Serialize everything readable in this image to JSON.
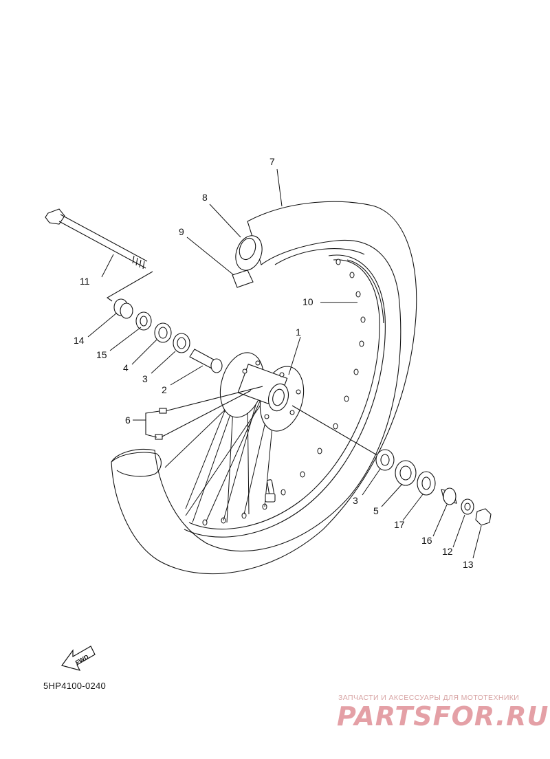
{
  "callouts": [
    {
      "id": "1",
      "text": "1"
    },
    {
      "id": "2",
      "text": "2"
    },
    {
      "id": "3a",
      "text": "3"
    },
    {
      "id": "3b",
      "text": "3"
    },
    {
      "id": "4",
      "text": "4"
    },
    {
      "id": "5",
      "text": "5"
    },
    {
      "id": "6",
      "text": "6"
    },
    {
      "id": "7",
      "text": "7"
    },
    {
      "id": "8",
      "text": "8"
    },
    {
      "id": "9",
      "text": "9"
    },
    {
      "id": "10",
      "text": "10"
    },
    {
      "id": "11",
      "text": "11"
    },
    {
      "id": "12",
      "text": "12"
    },
    {
      "id": "13",
      "text": "13"
    },
    {
      "id": "14",
      "text": "14"
    },
    {
      "id": "15",
      "text": "15"
    },
    {
      "id": "16",
      "text": "16"
    },
    {
      "id": "17",
      "text": "17"
    }
  ],
  "fwd_label": "FWD",
  "diagram_code": "5HP4100-0240",
  "watermark": {
    "caption": "ЗАПЧАСТИ И АКСЕССУАРЫ ДЛЯ МОТОТЕХНИКИ",
    "brand": "PARTSFOR.RU",
    "color": "#e4a0a6"
  }
}
